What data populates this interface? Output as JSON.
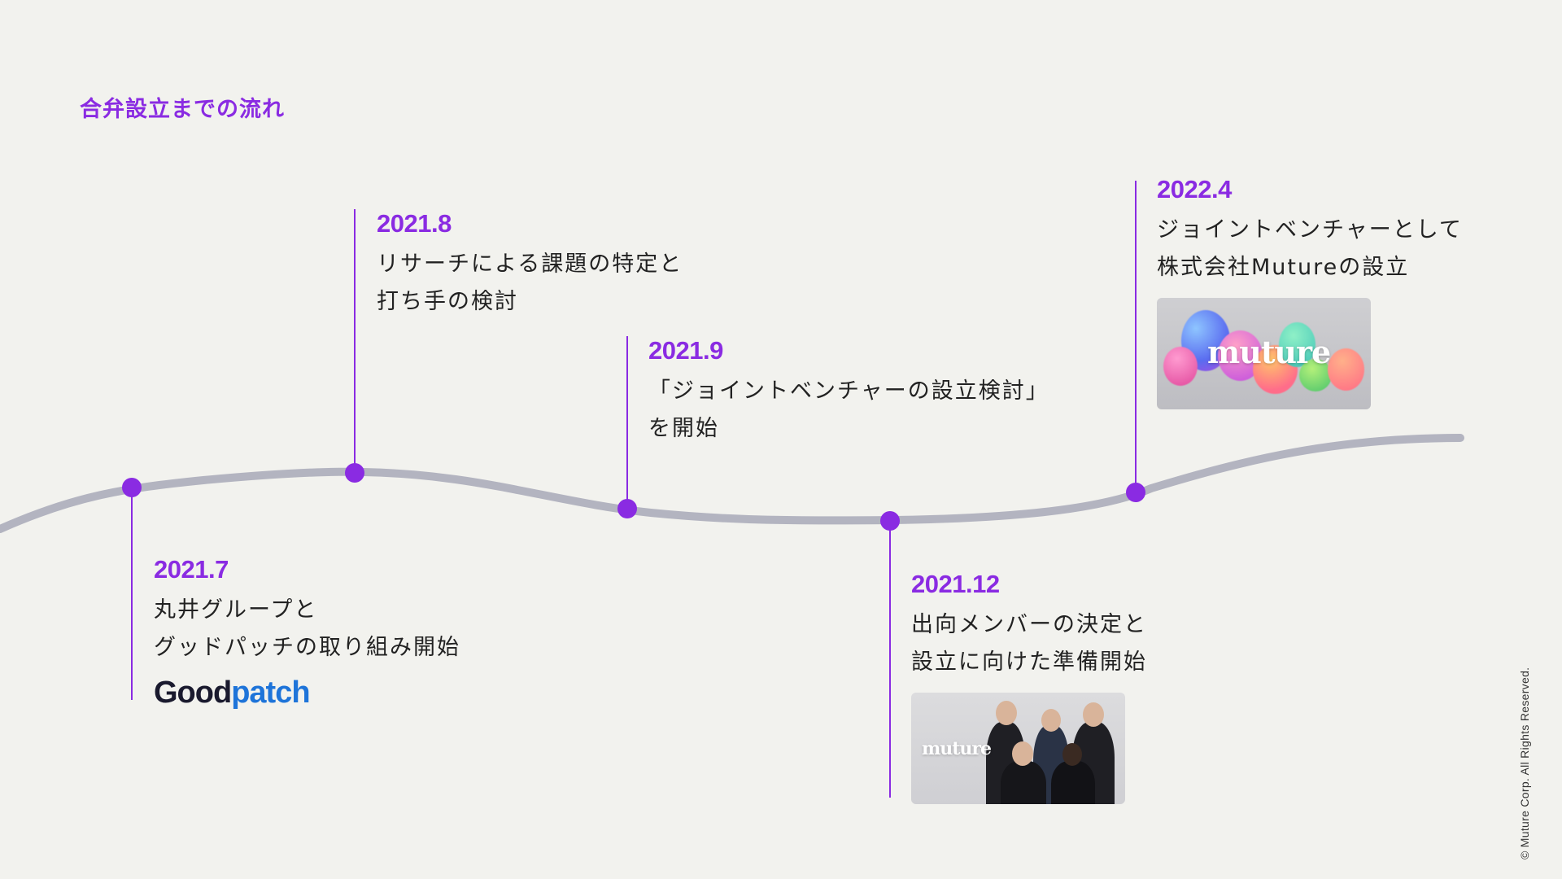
{
  "page": {
    "title": "合弁設立までの流れ"
  },
  "colors": {
    "accent": "#8a2be2",
    "curve": "#b3b4c0",
    "background": "#f2f2ee",
    "text": "#222222",
    "goodpatch_blue": "#1e74d9"
  },
  "timeline": {
    "events": [
      {
        "date": "2021.7",
        "lines": [
          "丸井グループと",
          "グッドパッチの取り組み開始"
        ],
        "logo": {
          "part1": "Good",
          "part2": "patch"
        }
      },
      {
        "date": "2021.8",
        "lines": [
          "リサーチによる課題の特定と",
          "打ち手の検討"
        ]
      },
      {
        "date": "2021.9",
        "lines": [
          "「ジョイントベンチャーの設立検討」",
          "を開始"
        ]
      },
      {
        "date": "2021.12",
        "lines": [
          "出向メンバーの決定と",
          "設立に向けた準備開始"
        ],
        "image": {
          "wordmark": "muture"
        }
      },
      {
        "date": "2022.4",
        "lines": [
          "ジョイントベンチャーとして",
          "株式会社Mutureの設立"
        ],
        "image": {
          "wordmark": "muture"
        }
      }
    ]
  },
  "footer": {
    "copyright": "© Muture Corp. All Rights Reserved."
  }
}
